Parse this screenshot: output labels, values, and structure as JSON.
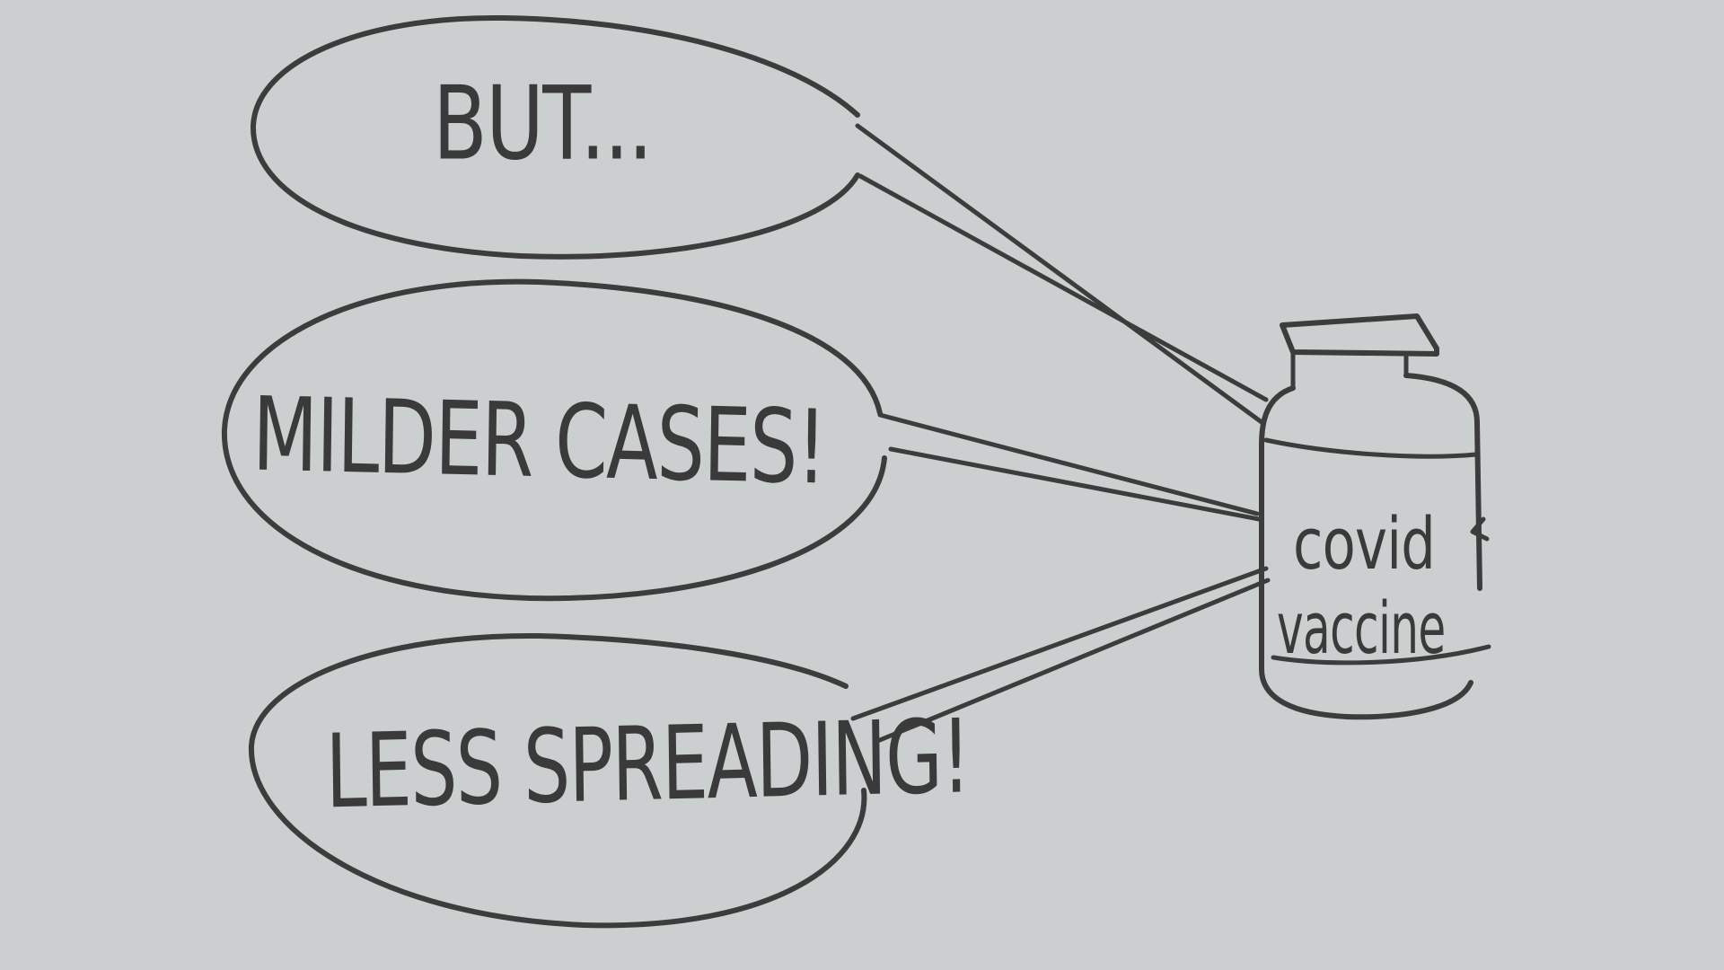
{
  "bubbles": {
    "top": {
      "text": "BUT..."
    },
    "middle": {
      "text": "MILDER CASES!"
    },
    "bottom": {
      "text": "LESS SPREADING!"
    }
  },
  "vial": {
    "line1": "covid",
    "line2": "vaccine"
  },
  "colors": {
    "background": "#cbcfcf",
    "ink": "#3c3c3c"
  }
}
